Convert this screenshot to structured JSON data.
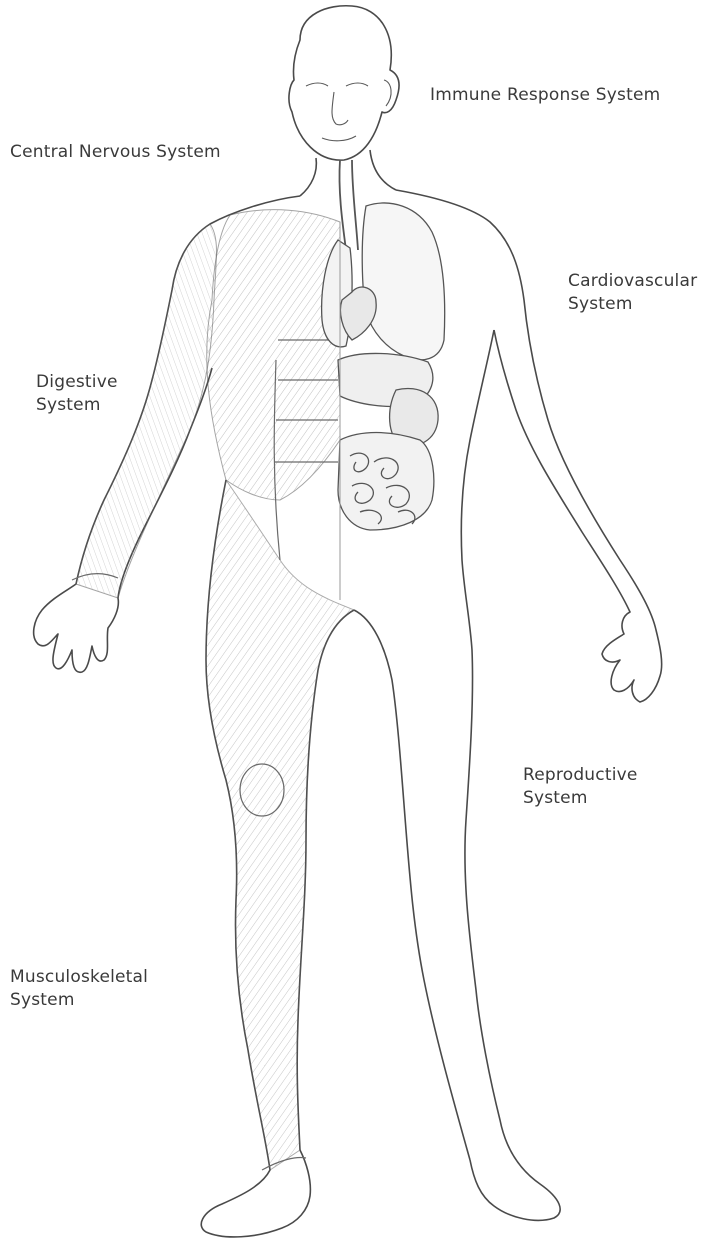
{
  "labels": {
    "immune": [
      "Immune Response System"
    ],
    "cns": [
      "Central Nervous System"
    ],
    "cardiovascular": [
      "Cardiovascular",
      "System"
    ],
    "digestive": [
      "Digestive",
      "System"
    ],
    "reproductive": [
      "Reproductive",
      "System"
    ],
    "musculoskeletal": [
      "Musculoskeletal",
      "System"
    ]
  },
  "colors": {
    "text": "#3a3a3a",
    "line": "#4a4a4a",
    "shade": "#bdbdbd",
    "background": "#ffffff"
  }
}
